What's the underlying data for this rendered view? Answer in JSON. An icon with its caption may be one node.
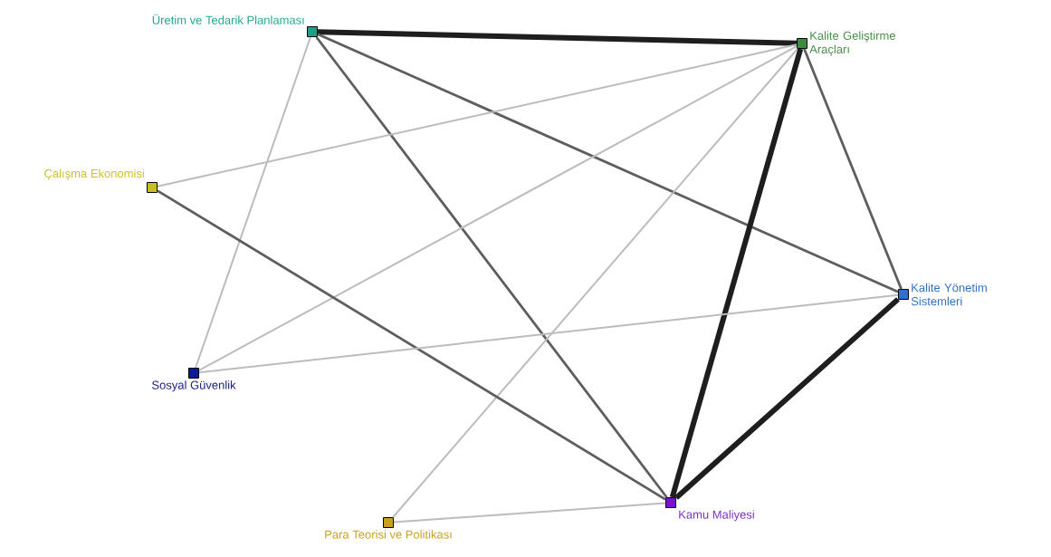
{
  "diagram": {
    "nodes": [
      {
        "text": [
          "Üretim ve Tedarik Planlaması"
        ]
      },
      {
        "text": [
          "Kalite Geliştirme Araçları"
        ]
      },
      {
        "text": [
          "Çalışma Ekonomisi"
        ]
      },
      {
        "text": [
          "Kalite Yönetim Sistemleri"
        ]
      },
      {
        "text": [
          "Sosyal Güvenlik"
        ]
      },
      {
        "text": [
          "Kamu Maliyesi"
        ]
      },
      {
        "text": [
          "Para Teorisi ve Politikası"
        ]
      }
    ],
    "edges": [
      {
        "from": 0,
        "to": 1,
        "arrow": "none",
        "style": "thick",
        "color": "#1e1e1e"
      },
      {
        "from": 0,
        "to": 4,
        "arrow": "none"
      },
      {
        "from": 0,
        "to": 5,
        "arrow": "none",
        "color": "#5e5e5e"
      },
      {
        "from": 0,
        "to": 3,
        "arrow": "none",
        "color": "#5e5e5e"
      },
      {
        "from": 1,
        "to": 2,
        "arrow": "none"
      },
      {
        "from": 1,
        "to": 4,
        "arrow": "none"
      },
      {
        "from": 1,
        "to": 6,
        "arrow": "none"
      },
      {
        "from": 1,
        "to": 5,
        "arrow": "none",
        "style": "thick",
        "color": "#1e1e1e"
      },
      {
        "from": 1,
        "to": 3,
        "arrow": "none",
        "color": "#5e5e5e"
      },
      {
        "from": 2,
        "to": 5,
        "arrow": "none",
        "color": "#5e5e5e"
      },
      {
        "from": 4,
        "to": 3,
        "arrow": "none"
      },
      {
        "from": 3,
        "to": 5,
        "arrow": "none",
        "style": "thick",
        "color": "#1e1e1e"
      },
      {
        "from": 6,
        "to": 5,
        "arrow": "none"
      }
    ]
  }
}
